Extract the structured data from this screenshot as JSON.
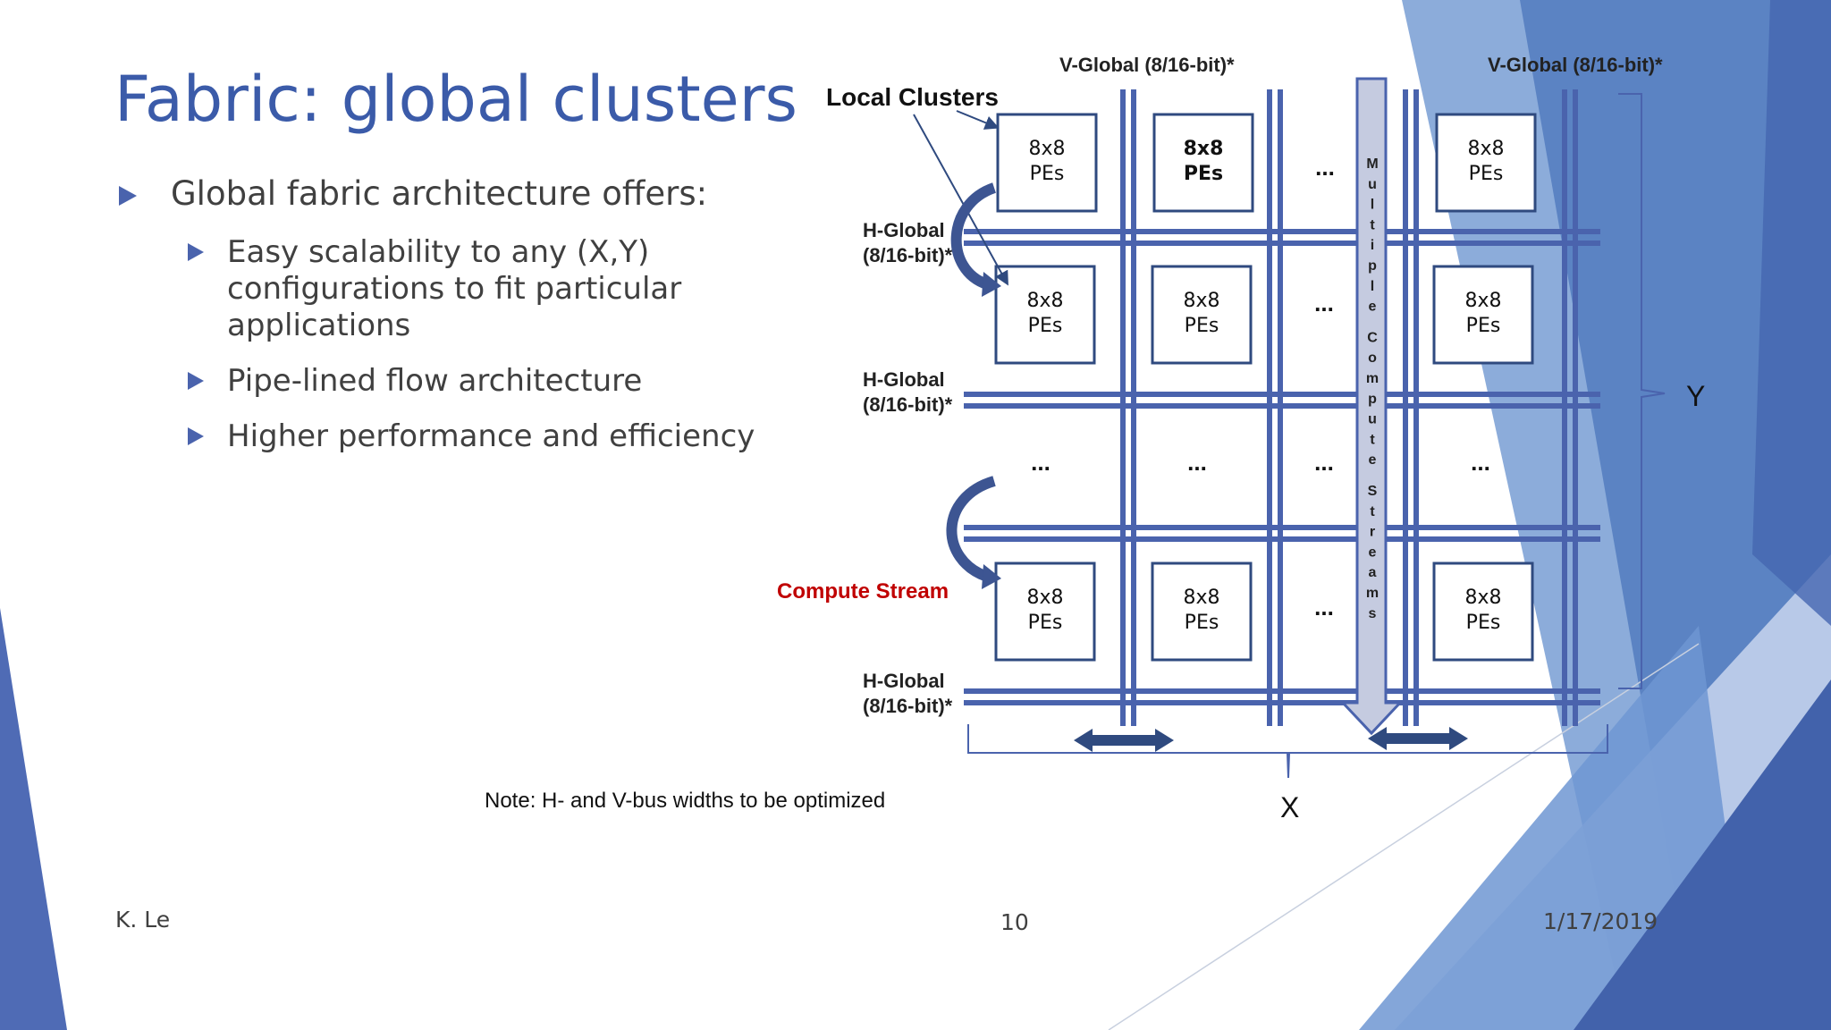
{
  "slide": {
    "title": "Fabric: global clusters",
    "bullets": [
      {
        "text": "Global fabric architecture offers:",
        "level": 1
      },
      {
        "lines": [
          "Easy scalability to any (X,Y)",
          "configurations to fit particular",
          "applications"
        ],
        "level": 2
      },
      {
        "lines": [
          "Pipe-lined flow architecture"
        ],
        "level": 2
      },
      {
        "lines": [
          "Higher performance and efficiency"
        ],
        "level": 2
      }
    ],
    "footer": {
      "author": "K. Le",
      "page": "10",
      "date": "1/17/2019"
    },
    "note": "Note: H- and V-bus widths to be optimized"
  },
  "diagram": {
    "v_global_label": "V-Global (8/16-bit)*",
    "local_clusters_label": "Local Clusters",
    "h_global_line1": "H-Global",
    "h_global_line2": "(8/16-bit)*",
    "compute_stream_label": "Compute Stream",
    "multiple_streams_label": "Multiple Compute Streams",
    "pe_line1": "8x8",
    "pe_line2": "PEs",
    "ellipsis": "...",
    "x_label": "X",
    "y_label": "Y",
    "colors": {
      "bus": "#4a63ad",
      "box_border": "#2f4a7f",
      "compute_stream": "#c00000",
      "title": "#3b5ba9"
    }
  }
}
